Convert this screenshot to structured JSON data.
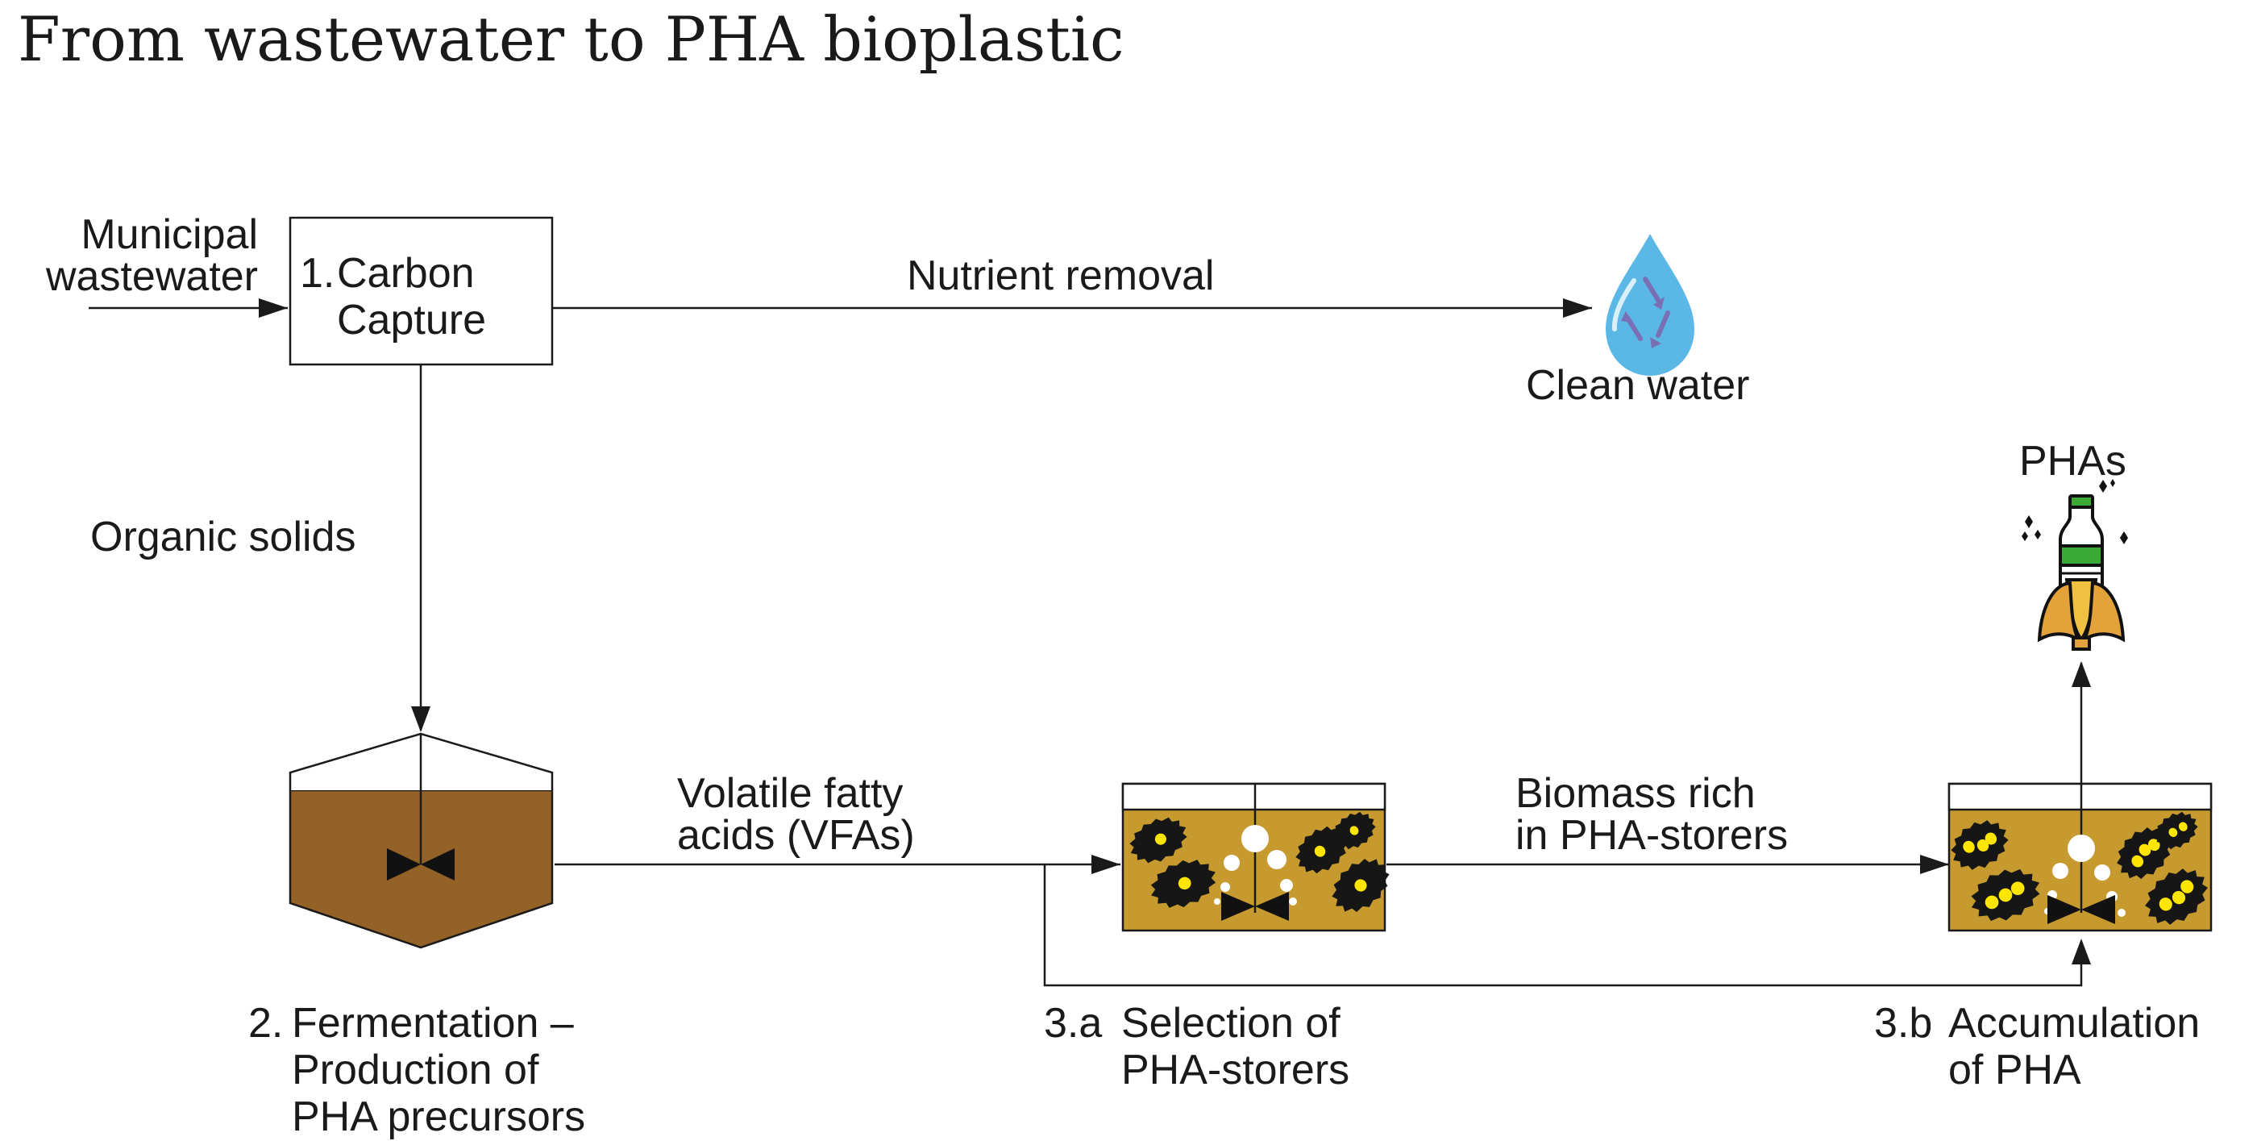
{
  "title": "From wastewater to PHA bioplastic",
  "inputs": {
    "municipal_line1": "Municipal",
    "municipal_line2": "wastewater"
  },
  "steps": {
    "carbon_capture": {
      "number": "1.",
      "line1": "Carbon",
      "line2": "Capture"
    },
    "fermentation": {
      "number": "2.",
      "line1": "Fermentation –",
      "line2": "Production of",
      "line3": "PHA precursors"
    },
    "selection": {
      "number": "3.a",
      "line1": "Selection of",
      "line2": "PHA-storers"
    },
    "accumulation": {
      "number": "3.b",
      "line1": "Accumulation",
      "line2": "of PHA"
    }
  },
  "flows": {
    "nutrient_removal": "Nutrient removal",
    "organic_solids": "Organic solids",
    "vfa_line1": "Volatile fatty",
    "vfa_line2": "acids (VFAs)",
    "biomass_line1": "Biomass rich",
    "biomass_line2": "in PHA-storers"
  },
  "outputs": {
    "clean_water": "Clean water",
    "phas": "PHAs"
  },
  "colors": {
    "fermenter_brown": "#946226",
    "tank_gold": "#c69a2e",
    "bacteria_black": "#161616",
    "granule_yellow": "#ffe600",
    "bottle_green": "#3aaa35",
    "water_blue": "#5bb8e6",
    "recycle_purple": "#7a6fb4",
    "corn_orange": "#e3a23a"
  },
  "icons": [
    "water-drop-recycle-icon",
    "bioplastic-bottle-corn-icon",
    "sparkle-icon",
    "mixer-impeller-icon",
    "bacteria-icon",
    "air-bubble-icon"
  ]
}
